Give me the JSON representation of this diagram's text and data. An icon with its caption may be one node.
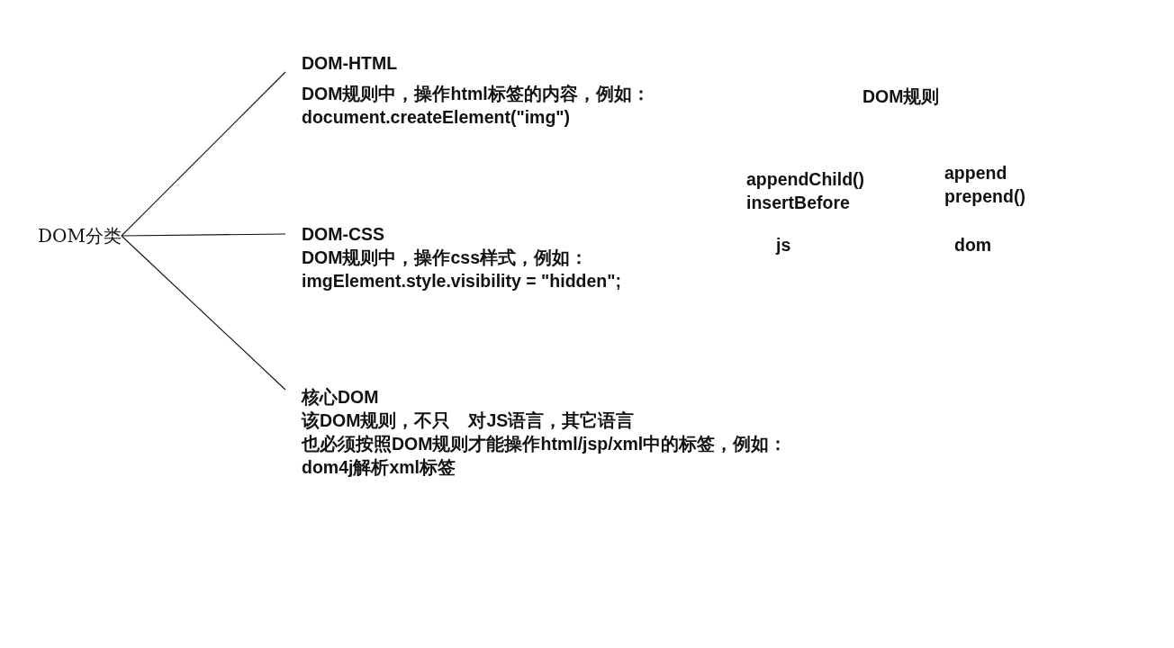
{
  "diagram": {
    "nodes": [
      {
        "text": [
          "DOM分类"
        ]
      },
      {
        "text": [
          "DOM-HTML",
          "DOM规则中，操作html标签的内容，例如：",
          "document.createElement(\"img\")"
        ]
      },
      {
        "text": [
          "DOM-CSS",
          "DOM规则中，操作css样式，例如：",
          "imgElement.style.visibility = \"hidden\";"
        ]
      },
      {
        "text": [
          "核心DOM",
          "该DOM规则，不只　对JS语言，其它语言也必须按照DOM规则才能操作html/jsp/xml中的标签，例如：",
          "dom4j解析xml标签"
        ]
      }
    ],
    "edges": [
      {
        "from": 0,
        "to": 1,
        "arrow": "none"
      },
      {
        "from": 0,
        "to": 2,
        "arrow": "none"
      },
      {
        "from": 0,
        "to": 3,
        "arrow": "none"
      }
    ],
    "labels": [
      "DOM规则",
      "appendChild() insertBefore",
      "append prepend()",
      "js",
      "dom"
    ]
  }
}
